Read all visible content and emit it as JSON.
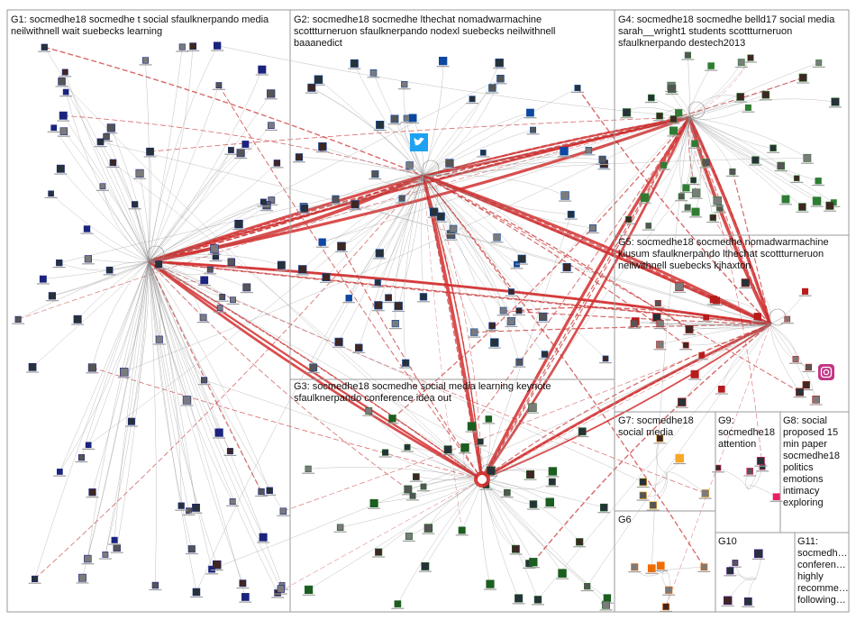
{
  "groups": [
    {
      "id": "G1",
      "label_lines": [
        "G1: socmedhe18 socmedhe t social sfaulknerpando media",
        "neilwithnell wait suebecks learning"
      ]
    },
    {
      "id": "G2",
      "label_lines": [
        "G2: socmedhe18 socmedhe lthechat nomadwarmachine",
        "scottturneruon sfaulknerpando nodexl suebecks neilwithnell",
        "baaanedict"
      ]
    },
    {
      "id": "G3",
      "label_lines": [
        "G3: socmedhe18 socmedhe social media learning keynote",
        "sfaulknerpando conference idea out"
      ]
    },
    {
      "id": "G4",
      "label_lines": [
        "G4: socmedhe18 socmedhe belld17 social media",
        "sarah__wright1 students scottturneruon",
        "sfaulknerpando destech2013"
      ]
    },
    {
      "id": "G5",
      "label_lines": [
        "G5: socmedhe18 socmedhe nomadwarmachine",
        "kiusum sfaulknerpando lthechat scottturneruon",
        "neilwithnell suebecks kjhaxton"
      ]
    },
    {
      "id": "G6",
      "label_lines": [
        "G6"
      ]
    },
    {
      "id": "G7",
      "label_lines": [
        "G7: socmedhe18",
        "social media"
      ]
    },
    {
      "id": "G8",
      "label_lines": [
        "G8: social",
        "proposed 15",
        "min paper",
        "socmedhe18",
        "politics",
        "emotions",
        "intimacy",
        "exploring"
      ]
    },
    {
      "id": "G9",
      "label_lines": [
        "G9:",
        "socmedhe18",
        "attention"
      ]
    },
    {
      "id": "G10",
      "label_lines": [
        "G10"
      ]
    },
    {
      "id": "G11",
      "label_lines": [
        "G11:",
        "socmedh…",
        "conferen…",
        "highly",
        "recomme…",
        "following…"
      ]
    }
  ],
  "hubs": [
    {
      "id": "twitter",
      "name": "twitter",
      "icon": "twitter-bird-icon",
      "color": "#1da1f2"
    },
    {
      "id": "instagram",
      "name": "instagram",
      "icon": "instagram-icon",
      "color": "#c13584"
    },
    {
      "id": "socmedhe18",
      "name": "socmedhe18",
      "icon": "target-icon",
      "color": "#d32f2f"
    }
  ],
  "colors": {
    "strong_edge": "#d32f2f",
    "weak_edge": "#8c8c8c",
    "group_box": "#9a9a9a"
  }
}
